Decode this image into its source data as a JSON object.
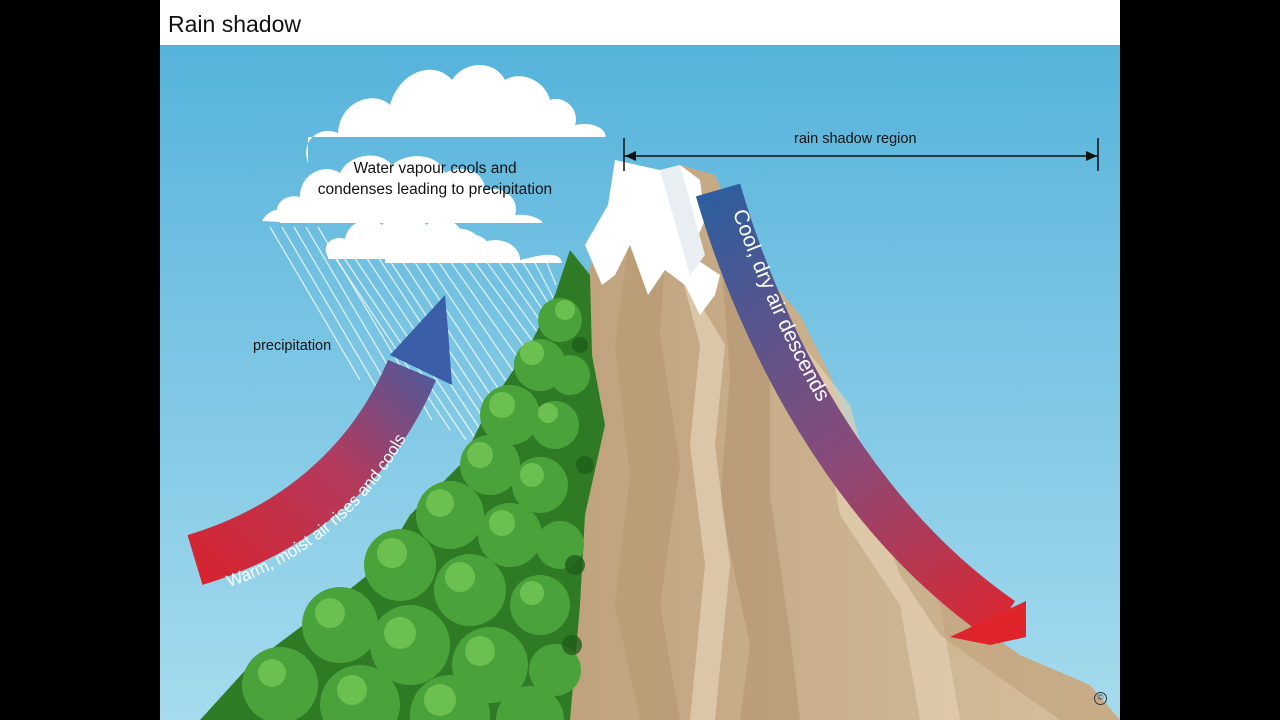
{
  "title": "Rain shadow",
  "labels": {
    "condensation_line1": "Water vapour cools and",
    "condensation_line2": "condenses leading to precipitation",
    "precipitation": "precipitation",
    "rain_shadow_region": "rain shadow region",
    "rising_air": "Warm, moist air rises and cools",
    "descending_air": "Cool, dry air descends"
  },
  "icons": {
    "copyright": "copyright-icon"
  },
  "colors": {
    "sky_top": "#5ab6dc",
    "sky_bottom": "#a9dcef",
    "warm_air": "#d8262f",
    "cool_air": "#2e5f9e",
    "rock": "#cdb593",
    "forest": "#3d8c2c",
    "snow": "#ffffff"
  }
}
